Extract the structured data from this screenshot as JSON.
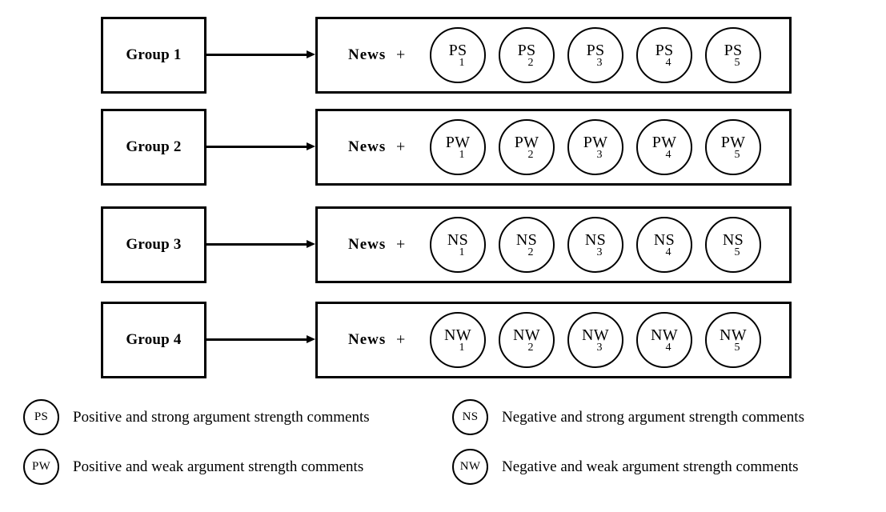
{
  "figure": {
    "type": "experiment-design-diagram",
    "news_label": "News",
    "plus_symbol": "+",
    "rows": [
      {
        "group_label": "Group 1",
        "condition_code": "PS",
        "nodes": [
          {
            "code": "PS",
            "index": "1"
          },
          {
            "code": "PS",
            "index": "2"
          },
          {
            "code": "PS",
            "index": "3"
          },
          {
            "code": "PS",
            "index": "4"
          },
          {
            "code": "PS",
            "index": "5"
          }
        ]
      },
      {
        "group_label": "Group 2",
        "condition_code": "PW",
        "nodes": [
          {
            "code": "PW",
            "index": "1"
          },
          {
            "code": "PW",
            "index": "2"
          },
          {
            "code": "PW",
            "index": "3"
          },
          {
            "code": "PW",
            "index": "4"
          },
          {
            "code": "PW",
            "index": "5"
          }
        ]
      },
      {
        "group_label": "Group 3",
        "condition_code": "NS",
        "nodes": [
          {
            "code": "NS",
            "index": "1"
          },
          {
            "code": "NS",
            "index": "2"
          },
          {
            "code": "NS",
            "index": "3"
          },
          {
            "code": "NS",
            "index": "4"
          },
          {
            "code": "NS",
            "index": "5"
          }
        ]
      },
      {
        "group_label": "Group 4",
        "condition_code": "NW",
        "nodes": [
          {
            "code": "NW",
            "index": "1"
          },
          {
            "code": "NW",
            "index": "2"
          },
          {
            "code": "NW",
            "index": "3"
          },
          {
            "code": "NW",
            "index": "4"
          },
          {
            "code": "NW",
            "index": "5"
          }
        ]
      }
    ],
    "legend": [
      {
        "code": "PS",
        "description": "Positive and strong argument strength comments"
      },
      {
        "code": "PW",
        "description": "Positive and weak argument strength comments"
      },
      {
        "code": "NS",
        "description": "Negative and strong argument strength comments"
      },
      {
        "code": "NW",
        "description": "Negative and weak argument strength comments"
      }
    ],
    "colors": {
      "stroke": "#000000",
      "background": "#ffffff",
      "text": "#000000"
    }
  }
}
